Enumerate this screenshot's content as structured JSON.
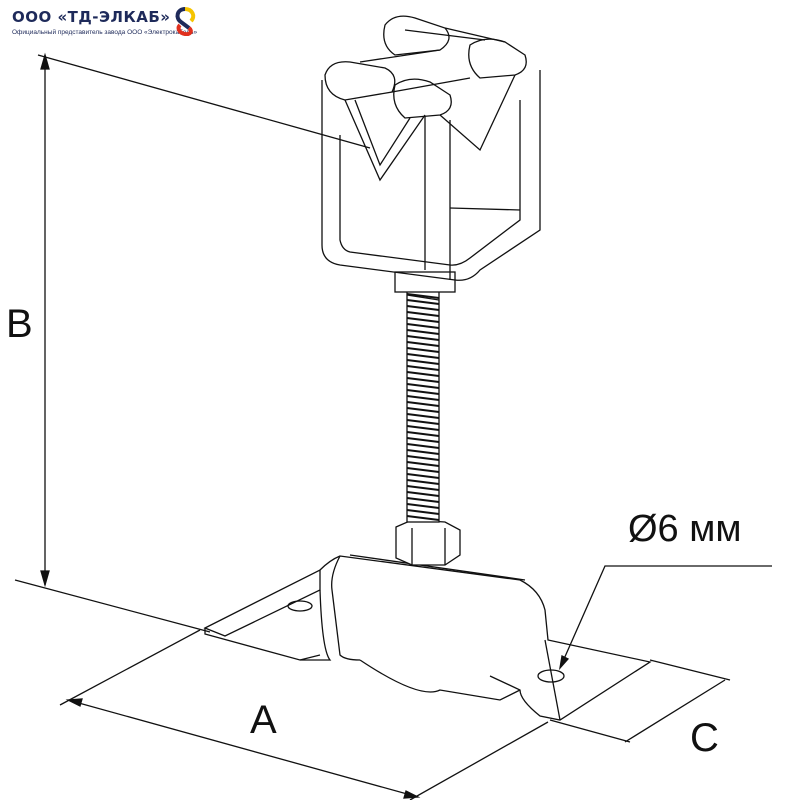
{
  "logo": {
    "title": "ООО «ТД-ЭЛКАБ»",
    "subtitle": "Официальный представитель завода ООО «Электрокабель»",
    "colors": [
      "#1e2a5a",
      "#f5c400",
      "#e0301e"
    ]
  },
  "dimensions": {
    "height_label": "B",
    "length_label": "A",
    "width_label": "C",
    "hole_label": "Ø6 мм"
  }
}
